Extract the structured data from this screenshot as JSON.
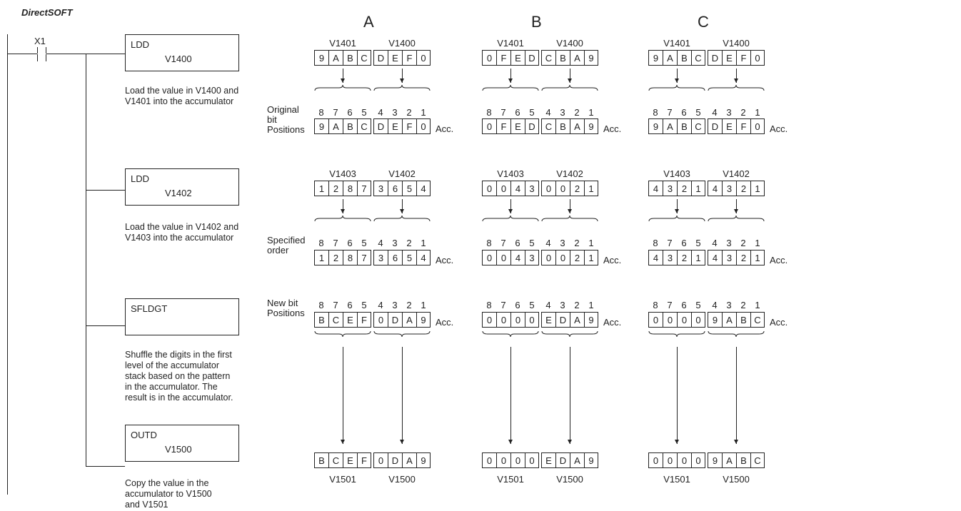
{
  "header": {
    "title": "DirectSOFT",
    "contact": "X1"
  },
  "rungs": [
    {
      "op": "LDD",
      "arg": "V1400",
      "desc": [
        "Load the value in V1400 and",
        "V1401 into the accumulator"
      ]
    },
    {
      "op": "LDD",
      "arg": "V1402",
      "desc": [
        "Load the value in V1402 and",
        "V1403 into the accumulator"
      ]
    },
    {
      "op": "SFLDGT",
      "arg": "",
      "desc": [
        "Shuffle the digits in the first",
        "level of the accumulator",
        "stack based on the pattern",
        "in the accumulator. The",
        "result is in the accumulator."
      ]
    },
    {
      "op": "OUTD",
      "arg": "V1500",
      "desc": [
        "Copy the value in the",
        "accumulator to V1500",
        "and V1501"
      ]
    }
  ],
  "side_labels": {
    "original": [
      "Original",
      "bit",
      "Positions"
    ],
    "specified": [
      "Specified",
      "order"
    ],
    "newbit": [
      "New bit",
      "Positions"
    ]
  },
  "acc_label": "Acc.",
  "bits_high": [
    "8",
    "7",
    "6",
    "5"
  ],
  "bits_low": [
    "4",
    "3",
    "2",
    "1"
  ],
  "columns": [
    {
      "letter": "A",
      "r1_high_label": "V1401",
      "r1_low_label": "V1400",
      "r1_high": [
        "9",
        "A",
        "B",
        "C"
      ],
      "r1_low": [
        "D",
        "E",
        "F",
        "0"
      ],
      "r2_high_label": "V1403",
      "r2_low_label": "V1402",
      "r2_high": [
        "1",
        "2",
        "8",
        "7"
      ],
      "r2_low": [
        "3",
        "6",
        "5",
        "4"
      ],
      "r3_high": [
        "B",
        "C",
        "E",
        "F"
      ],
      "r3_low": [
        "0",
        "D",
        "A",
        "9"
      ],
      "r4_high_label": "V1501",
      "r4_low_label": "V1500"
    },
    {
      "letter": "B",
      "r1_high_label": "V1401",
      "r1_low_label": "V1400",
      "r1_high": [
        "0",
        "F",
        "E",
        "D"
      ],
      "r1_low": [
        "C",
        "B",
        "A",
        "9"
      ],
      "r2_high_label": "V1403",
      "r2_low_label": "V1402",
      "r2_high": [
        "0",
        "0",
        "4",
        "3"
      ],
      "r2_low": [
        "0",
        "0",
        "2",
        "1"
      ],
      "r3_high": [
        "0",
        "0",
        "0",
        "0"
      ],
      "r3_low": [
        "E",
        "D",
        "A",
        "9"
      ],
      "r4_high_label": "V1501",
      "r4_low_label": "V1500"
    },
    {
      "letter": "C",
      "r1_high_label": "V1401",
      "r1_low_label": "V1400",
      "r1_high": [
        "9",
        "A",
        "B",
        "C"
      ],
      "r1_low": [
        "D",
        "E",
        "F",
        "0"
      ],
      "r2_high_label": "V1403",
      "r2_low_label": "V1402",
      "r2_high": [
        "4",
        "3",
        "2",
        "1"
      ],
      "r2_low": [
        "4",
        "3",
        "2",
        "1"
      ],
      "r3_high": [
        "0",
        "0",
        "0",
        "0"
      ],
      "r3_low": [
        "9",
        "A",
        "B",
        "C"
      ],
      "r4_high_label": "V1501",
      "r4_low_label": "V1500"
    }
  ]
}
